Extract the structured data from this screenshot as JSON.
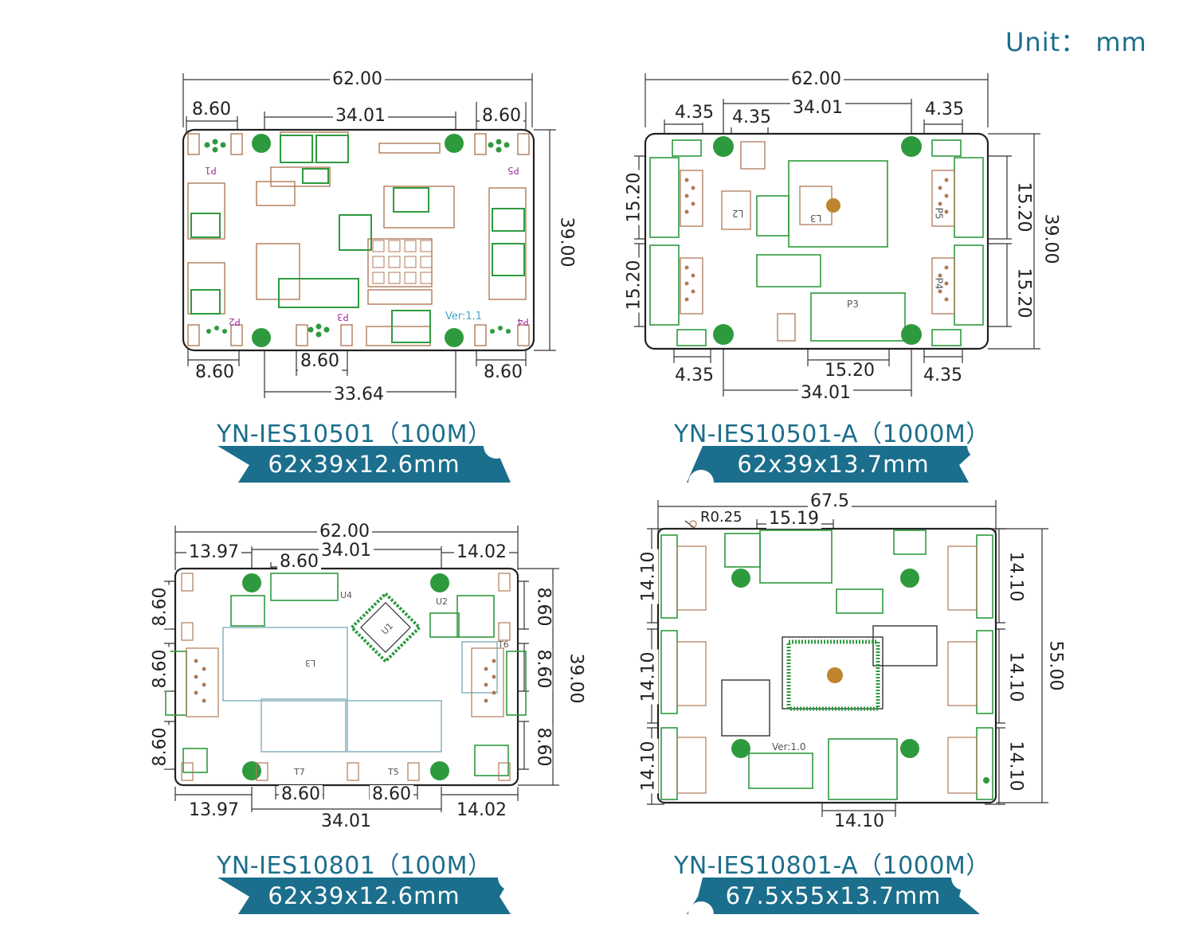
{
  "unit_label": "Unit： mm",
  "boards": [
    {
      "title": "YN-IES10501（100M）",
      "size": "62x39x12.6mm",
      "dims": [
        "62.00",
        "8.60",
        "34.01",
        "8.60",
        "39.00",
        "8.60",
        "8.60",
        "8.60",
        "33.64"
      ],
      "silk": [
        "P1",
        "P5",
        "P2",
        "P3",
        "P4",
        "Ver:1.1"
      ]
    },
    {
      "title": "YN-IES10501-A（1000M）",
      "size": "62x39x13.7mm",
      "dims": [
        "62.00",
        "34.01",
        "4.35",
        "4.35",
        "4.35",
        "15.20",
        "15.20",
        "39.00",
        "15.20",
        "15.20",
        "15.20",
        "4.35",
        "4.35",
        "34.01"
      ],
      "silk": [
        "P3",
        "P5",
        "P4",
        "L2",
        "L3"
      ]
    },
    {
      "title": "YN-IES10801（100M）",
      "size": "62x39x12.6mm",
      "dims": [
        "62.00",
        "13.97",
        "34.01",
        "14.02",
        "8.60",
        "8.60",
        "8.60",
        "8.60",
        "8.60",
        "8.60",
        "39.00",
        "8.60",
        "8.60",
        "13.97",
        "34.01",
        "14.02",
        "8.60"
      ],
      "silk": [
        "U1",
        "L3",
        "T5",
        "T6",
        "T7",
        "U2",
        "U4"
      ]
    },
    {
      "title": "YN-IES10801-A（1000M）",
      "size": "67.5x55x13.7mm",
      "dims": [
        "67.5",
        "R0.25",
        "15.19",
        "14.10",
        "14.10",
        "14.10",
        "55.00",
        "14.10",
        "14.10",
        "14.10",
        "14.10"
      ],
      "silk": [
        "Ver:1.0"
      ]
    }
  ],
  "colors": {
    "accent": "#1b6e8c",
    "ribbon": "#1b6e8c",
    "pcb_outline": "#222222",
    "copper": "#b07a58",
    "green_pad": "#2e9a3e"
  }
}
